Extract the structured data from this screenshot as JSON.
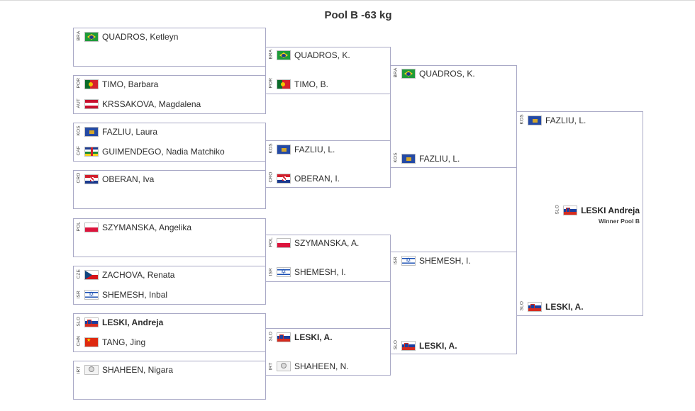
{
  "pool_title": "Pool B -63 kg",
  "round1": [
    {
      "code": "BRA",
      "flag": "f-bra",
      "name": "QUADROS, Ketleyn",
      "bold": false
    },
    {
      "code": "POR",
      "flag": "f-por",
      "name": "TIMO, Barbara",
      "bold": false
    },
    {
      "code": "AUT",
      "flag": "f-aut",
      "name": "KRSSAKOVA, Magdalena",
      "bold": false
    },
    {
      "code": "KOS",
      "flag": "f-kos",
      "name": "FAZLIU, Laura",
      "bold": false
    },
    {
      "code": "CAF",
      "flag": "f-caf",
      "name": "GUIMENDEGO, Nadia Matchiko",
      "bold": false
    },
    {
      "code": "CRO",
      "flag": "f-cro",
      "name": "OBERAN, Iva",
      "bold": false
    },
    {
      "code": "POL",
      "flag": "f-pol",
      "name": "SZYMANSKA, Angelika",
      "bold": false
    },
    {
      "code": "CZE",
      "flag": "f-cze",
      "name": "ZACHOVA, Renata",
      "bold": false
    },
    {
      "code": "ISR",
      "flag": "f-isr",
      "name": "SHEMESH, Inbal",
      "bold": false
    },
    {
      "code": "SLO",
      "flag": "f-slo",
      "name": "LESKI, Andreja",
      "bold": true
    },
    {
      "code": "CHN",
      "flag": "f-chn",
      "name": "TANG, Jing",
      "bold": false
    },
    {
      "code": "IRT",
      "flag": "f-ijf",
      "name": "SHAHEEN, Nigara",
      "bold": false
    }
  ],
  "round2": [
    {
      "code": "BRA",
      "flag": "f-bra",
      "name": "QUADROS, K.",
      "bold": false
    },
    {
      "code": "POR",
      "flag": "f-por",
      "name": "TIMO, B.",
      "bold": false
    },
    {
      "code": "KOS",
      "flag": "f-kos",
      "name": "FAZLIU, L.",
      "bold": false
    },
    {
      "code": "CRO",
      "flag": "f-cro",
      "name": "OBERAN, I.",
      "bold": false
    },
    {
      "code": "POL",
      "flag": "f-pol",
      "name": "SZYMANSKA, A.",
      "bold": false
    },
    {
      "code": "ISR",
      "flag": "f-isr",
      "name": "SHEMESH, I.",
      "bold": false
    },
    {
      "code": "SLO",
      "flag": "f-slo",
      "name": "LESKI, A.",
      "bold": true
    },
    {
      "code": "IRT",
      "flag": "f-ijf",
      "name": "SHAHEEN, N.",
      "bold": false
    }
  ],
  "round3": [
    {
      "code": "BRA",
      "flag": "f-bra",
      "name": "QUADROS, K.",
      "bold": false
    },
    {
      "code": "KOS",
      "flag": "f-kos",
      "name": "FAZLIU, L.",
      "bold": false
    },
    {
      "code": "ISR",
      "flag": "f-isr",
      "name": "SHEMESH, I.",
      "bold": false
    },
    {
      "code": "SLO",
      "flag": "f-slo",
      "name": "LESKI, A.",
      "bold": true
    }
  ],
  "round4": [
    {
      "code": "KOS",
      "flag": "f-kos",
      "name": "FAZLIU, L.",
      "bold": false
    },
    {
      "code": "SLO",
      "flag": "f-slo",
      "name": "LESKI, A.",
      "bold": true
    }
  ],
  "winner": {
    "code": "SLO",
    "flag": "f-slo",
    "name": "LESKI Andreja",
    "label": "Winner Pool B"
  }
}
